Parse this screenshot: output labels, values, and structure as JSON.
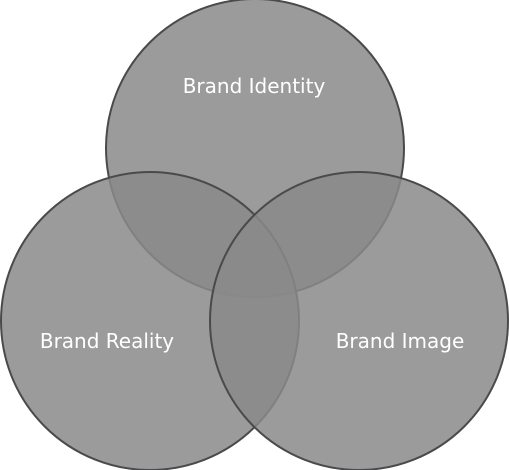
{
  "diagram": {
    "type": "venn",
    "colors": {
      "fill": "#8a8a8b",
      "stroke": "#4a4a4c",
      "label": "#ffffff",
      "background": "#ffffff"
    },
    "sets": [
      {
        "id": "identity",
        "label": "Brand Identity"
      },
      {
        "id": "reality",
        "label": "Brand Reality"
      },
      {
        "id": "image",
        "label": "Brand Image"
      }
    ]
  }
}
